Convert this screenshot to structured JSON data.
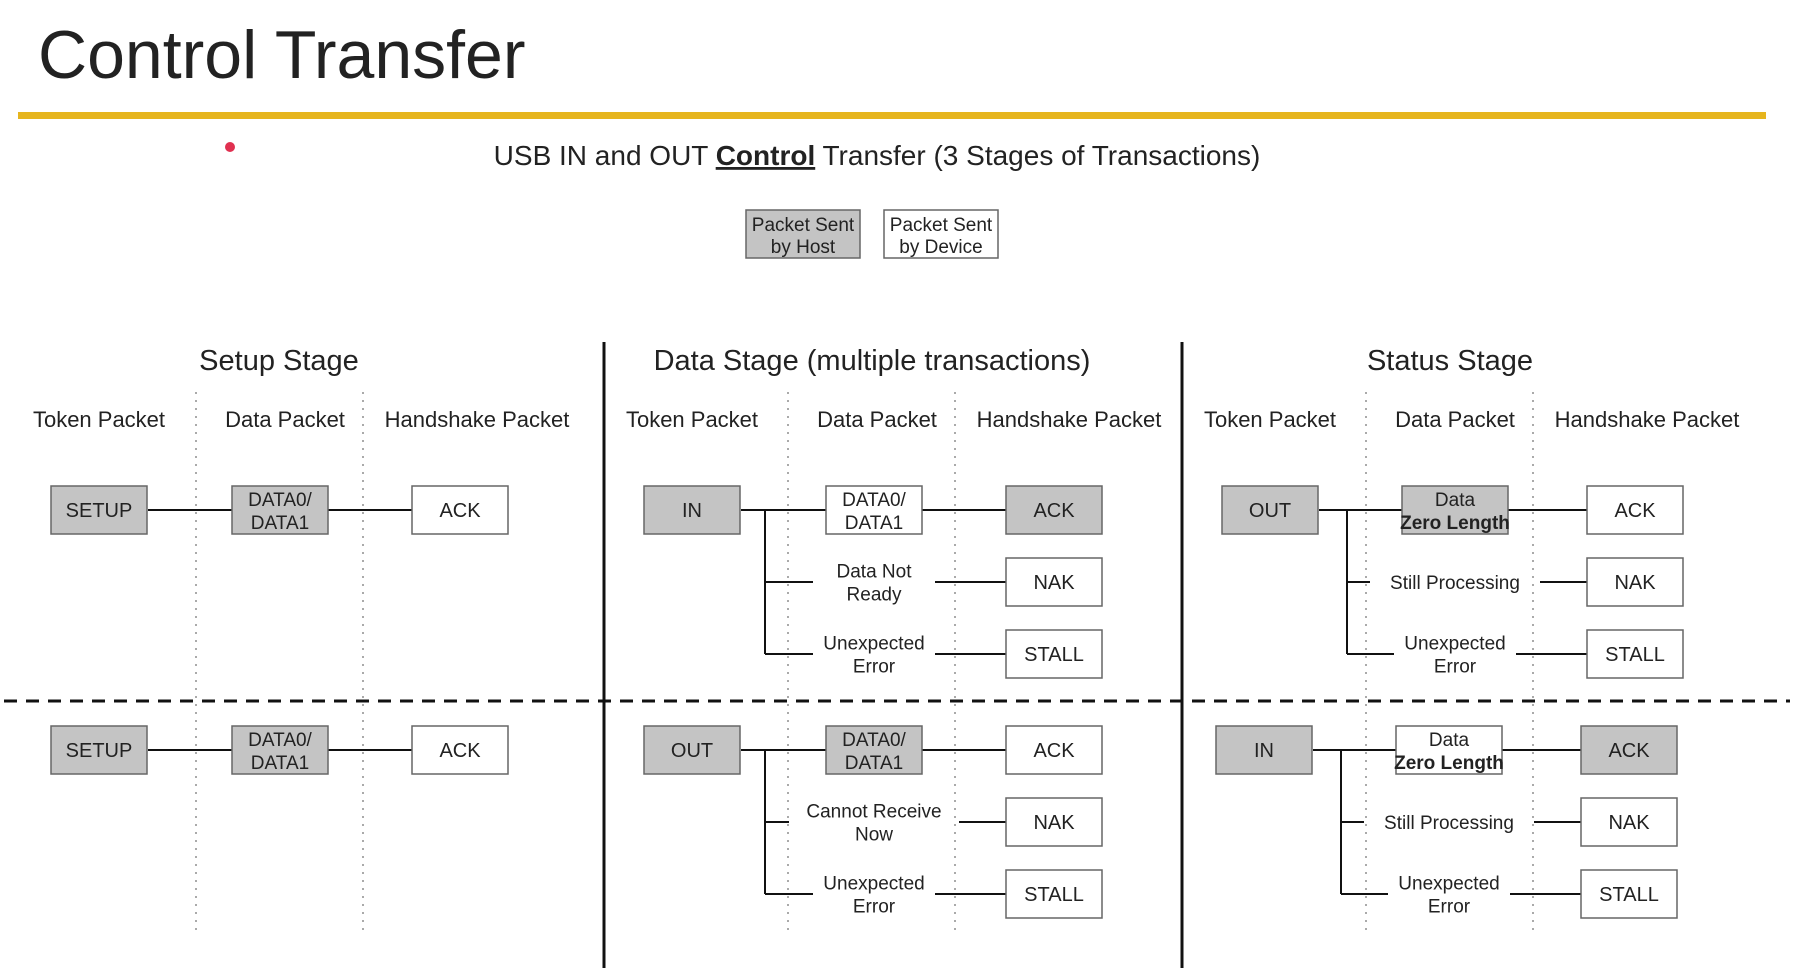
{
  "title": "Control Transfer",
  "subtitle": {
    "prefix": "USB IN and OUT ",
    "emphasis": "Control",
    "suffix": " Transfer (3 Stages of Transactions)"
  },
  "legend": {
    "host": [
      "Packet Sent",
      "by Host"
    ],
    "device": [
      "Packet Sent",
      "by Device"
    ]
  },
  "colors": {
    "title": "#2d55b8",
    "rule": "#e6b51e",
    "host_fill": "#c4c4c4",
    "device_fill": "#ffffff",
    "pointer_dot": "#e03050"
  },
  "stages": [
    {
      "title": "Setup Stage",
      "columns": [
        "Token Packet",
        "Data Packet",
        "Handshake Packet"
      ]
    },
    {
      "title": "Data Stage (multiple transactions)",
      "columns": [
        "Token Packet",
        "Data Packet",
        "Handshake Packet"
      ]
    },
    {
      "title": "Status Stage",
      "columns": [
        "Token Packet",
        "Data Packet",
        "Handshake Packet"
      ]
    }
  ],
  "rows": [
    {
      "setup": {
        "token": "SETUP",
        "data": [
          "DATA0/",
          "DATA1"
        ],
        "handshake": "ACK"
      },
      "data_stage": {
        "token": "IN",
        "paths": [
          {
            "data": [
              "DATA0/",
              "DATA1"
            ],
            "handshake": "ACK"
          },
          {
            "label": [
              "Data Not",
              "Ready"
            ],
            "handshake": "NAK"
          },
          {
            "label": [
              "Unexpected",
              "Error"
            ],
            "handshake": "STALL"
          }
        ]
      },
      "status_stage": {
        "token": "OUT",
        "paths": [
          {
            "data": [
              "Data",
              "Zero Length"
            ],
            "handshake": "ACK"
          },
          {
            "label": [
              "Still Processing"
            ],
            "handshake": "NAK"
          },
          {
            "label": [
              "Unexpected",
              "Error"
            ],
            "handshake": "STALL"
          }
        ]
      }
    },
    {
      "setup": {
        "token": "SETUP",
        "data": [
          "DATA0/",
          "DATA1"
        ],
        "handshake": "ACK"
      },
      "data_stage": {
        "token": "OUT",
        "paths": [
          {
            "data": [
              "DATA0/",
              "DATA1"
            ],
            "handshake": "ACK"
          },
          {
            "label": [
              "Cannot Receive",
              "Now"
            ],
            "handshake": "NAK"
          },
          {
            "label": [
              "Unexpected",
              "Error"
            ],
            "handshake": "STALL"
          }
        ]
      },
      "status_stage": {
        "token": "IN",
        "paths": [
          {
            "data": [
              "Data",
              "Zero Length"
            ],
            "handshake": "ACK"
          },
          {
            "label": [
              "Still Processing"
            ],
            "handshake": "NAK"
          },
          {
            "label": [
              "Unexpected",
              "Error"
            ],
            "handshake": "STALL"
          }
        ]
      }
    }
  ]
}
